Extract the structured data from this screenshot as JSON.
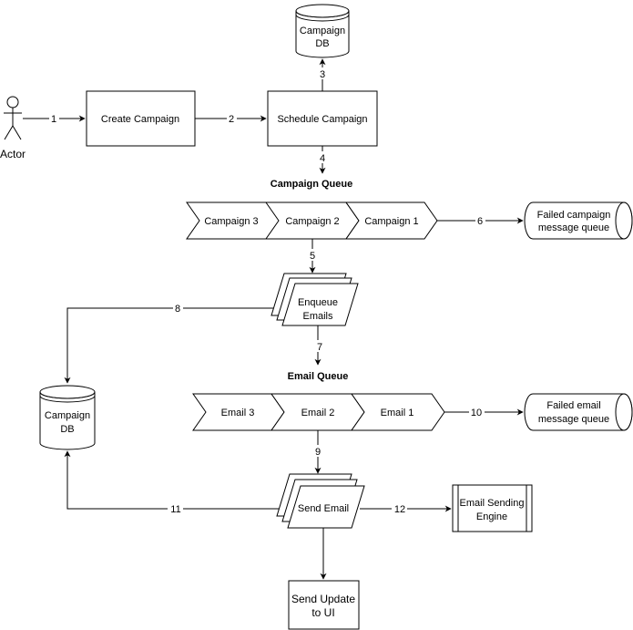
{
  "actor": {
    "label": "Actor"
  },
  "nodes": {
    "create_campaign": "Create Campaign",
    "schedule_campaign": "Schedule Campaign",
    "campaign_db_top": [
      "Campaign",
      "DB"
    ],
    "campaign_queue_title": "Campaign Queue",
    "campaign_queue_items": [
      "Campaign 3",
      "Campaign 2",
      "Campaign 1"
    ],
    "failed_campaign_queue": [
      "Failed campaign",
      "message queue"
    ],
    "enqueue_emails": [
      "Enqueue",
      "Emails"
    ],
    "email_queue_title": "Email Queue",
    "email_queue_items": [
      "Email 3",
      "Email 2",
      "Email 1"
    ],
    "failed_email_queue": [
      "Failed email",
      "message queue"
    ],
    "campaign_db_left": [
      "Campaign",
      "DB"
    ],
    "send_email": "Send Email",
    "email_sending_engine": [
      "Email Sending",
      "Engine"
    ],
    "send_update_ui": [
      "Send Update",
      "to UI"
    ]
  },
  "edges": {
    "e1": "1",
    "e2": "2",
    "e3": "3",
    "e4": "4",
    "e5": "5",
    "e6": "6",
    "e7": "7",
    "e8": "8",
    "e9": "9",
    "e10": "10",
    "e11": "11",
    "e12": "12"
  }
}
